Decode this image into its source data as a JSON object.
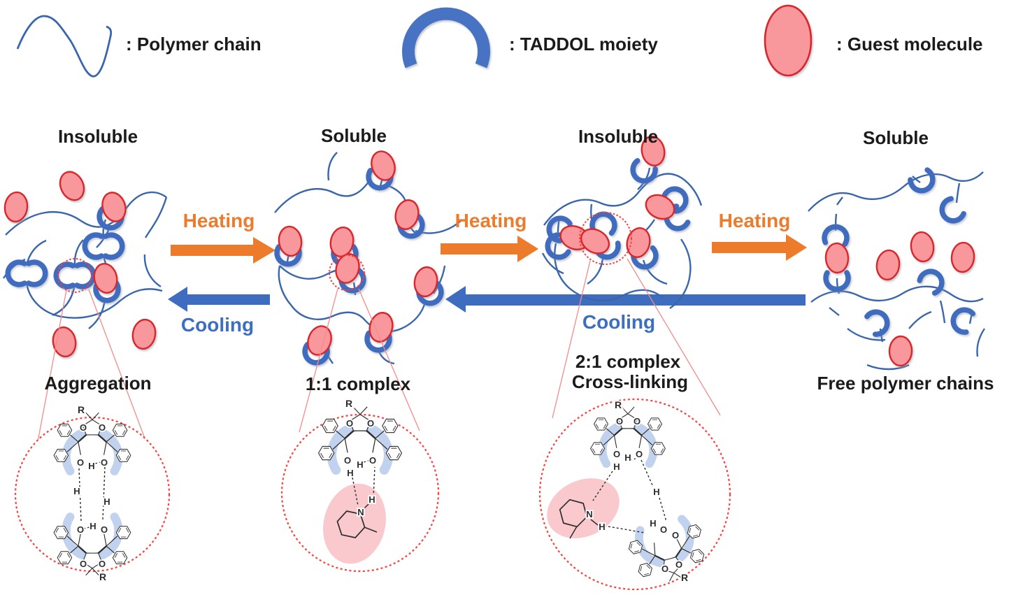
{
  "figure": {
    "type": "reaction-scheme",
    "background": "#ffffff"
  },
  "legend": {
    "items": [
      {
        "icon": "polymer-chain-icon",
        "label": ": Polymer chain"
      },
      {
        "icon": "taddol-arc-icon",
        "label": ": TADDOL moiety"
      },
      {
        "icon": "guest-molecule-icon",
        "label": ": Guest molecule"
      }
    ]
  },
  "states": [
    {
      "solubility": "Insoluble",
      "caption": "Aggregation"
    },
    {
      "solubility": "Soluble",
      "caption": "1:1 complex"
    },
    {
      "solubility": "Insoluble",
      "caption": "2:1 complex",
      "caption2": "Cross-linking"
    },
    {
      "solubility": "Soluble",
      "caption": "Free polymer chains"
    }
  ],
  "transitions": {
    "heating": "Heating",
    "cooling": "Cooling"
  },
  "atoms": {
    "R": "R",
    "O": "O",
    "H": "H",
    "N": "N"
  },
  "colors": {
    "heating_arrow": "#EC7B2C",
    "cooling_arrow": "#3E6DBF",
    "polymer_chain": "#3A66AD",
    "taddol_arc": "#3F6CC0",
    "guest_fill": "#F8989C",
    "guest_stroke": "#D8262C",
    "guest_highlight": "#F7BCC1",
    "taddol_watermark": "#B9CDEB",
    "zoom_circle_red": "#FB4040",
    "label_text": "#1B1B1B"
  }
}
